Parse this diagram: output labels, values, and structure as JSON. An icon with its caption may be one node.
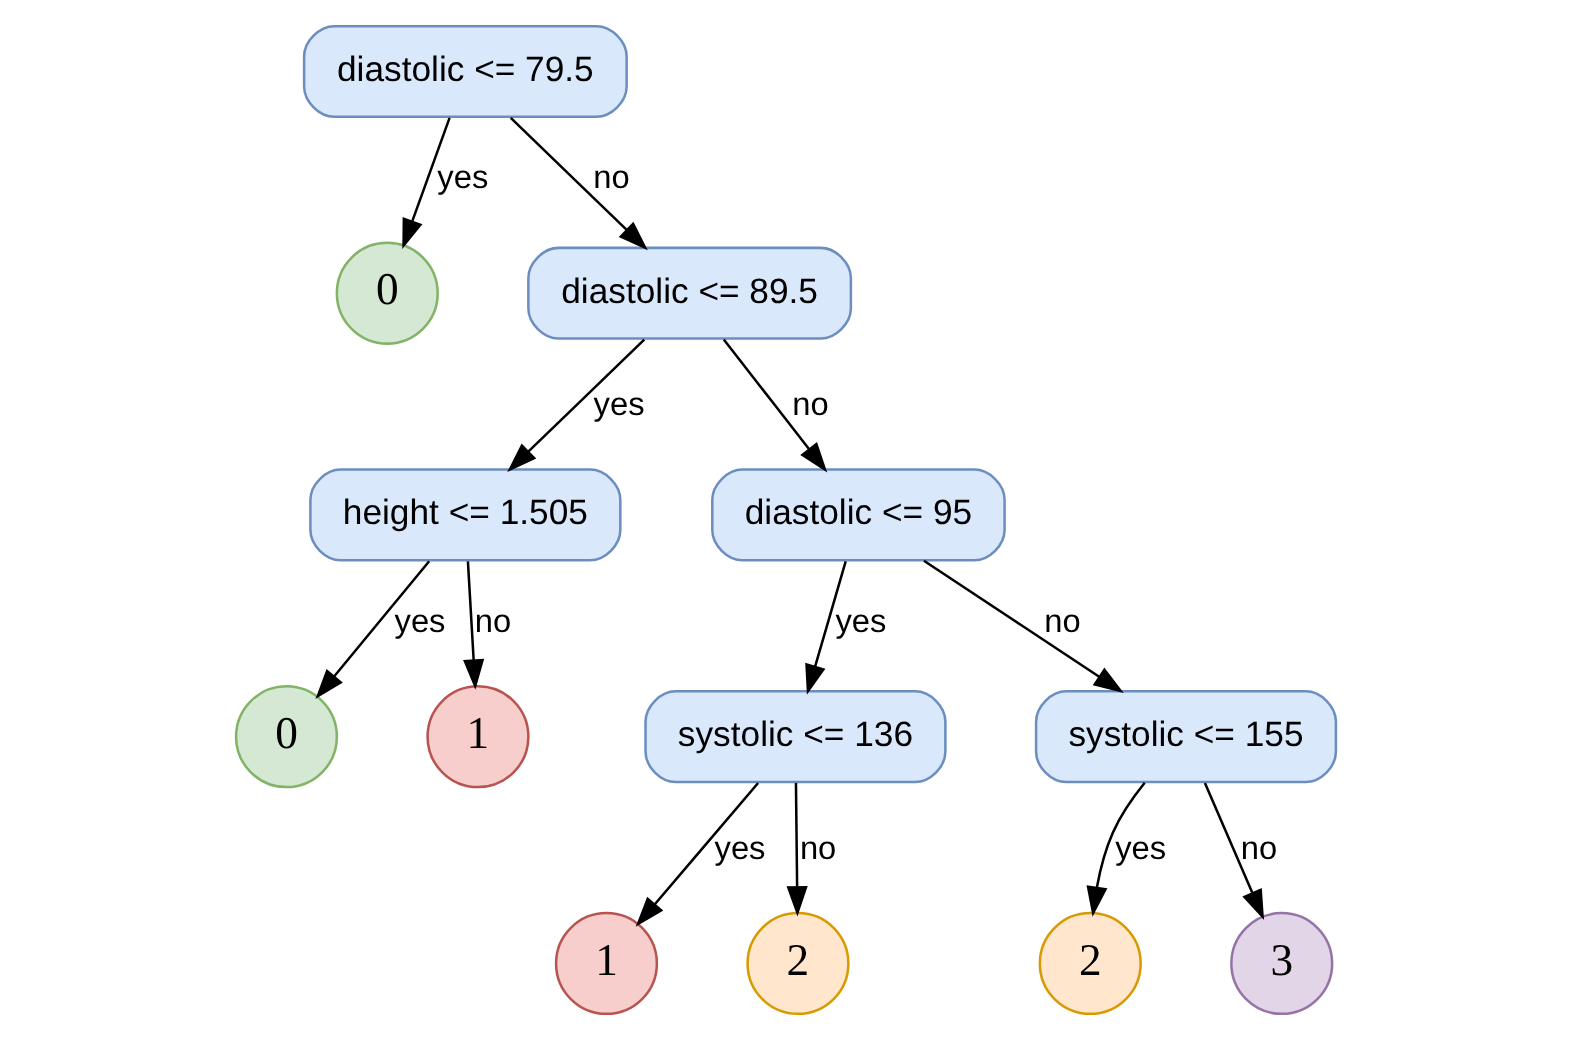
{
  "diagram": {
    "nodes": [
      {
        "text": [
          "diastolic <= 79.5"
        ]
      },
      {
        "text": [
          "0"
        ]
      },
      {
        "text": [
          "diastolic <= 89.5"
        ]
      },
      {
        "text": [
          "height <= 1.505"
        ]
      },
      {
        "text": [
          "diastolic <= 95"
        ]
      },
      {
        "text": [
          "0"
        ]
      },
      {
        "text": [
          "systolic <= 136"
        ]
      },
      {
        "text": [
          "systolic <= 155"
        ]
      },
      {
        "text": [
          "1"
        ]
      },
      {
        "text": [
          "1"
        ]
      },
      {
        "text": [
          "2"
        ]
      },
      {
        "text": [
          "2"
        ]
      },
      {
        "text": [
          "3"
        ]
      }
    ],
    "edges": [
      {
        "from": 0,
        "to": 1,
        "arrow": "to",
        "label": "yes"
      },
      {
        "from": 0,
        "to": 2,
        "arrow": "to",
        "label": "no"
      },
      {
        "from": 2,
        "to": 3,
        "arrow": "to",
        "label": "yes"
      },
      {
        "from": 2,
        "to": 4,
        "arrow": "to",
        "label": "no"
      },
      {
        "from": 3,
        "to": 5,
        "arrow": "to",
        "label": "yes"
      },
      {
        "from": 3,
        "to": 8,
        "arrow": "to",
        "label": "no"
      },
      {
        "from": 4,
        "to": 6,
        "arrow": "to",
        "label": "yes"
      },
      {
        "from": 4,
        "to": 7,
        "arrow": "to",
        "label": "no"
      },
      {
        "from": 6,
        "to": 9,
        "arrow": "to",
        "label": "yes"
      },
      {
        "from": 6,
        "to": 10,
        "arrow": "to",
        "label": "no"
      },
      {
        "from": 7,
        "to": 11,
        "arrow": "to",
        "label": "yes"
      },
      {
        "from": 7,
        "to": 12,
        "arrow": "to",
        "label": "no"
      }
    ]
  }
}
